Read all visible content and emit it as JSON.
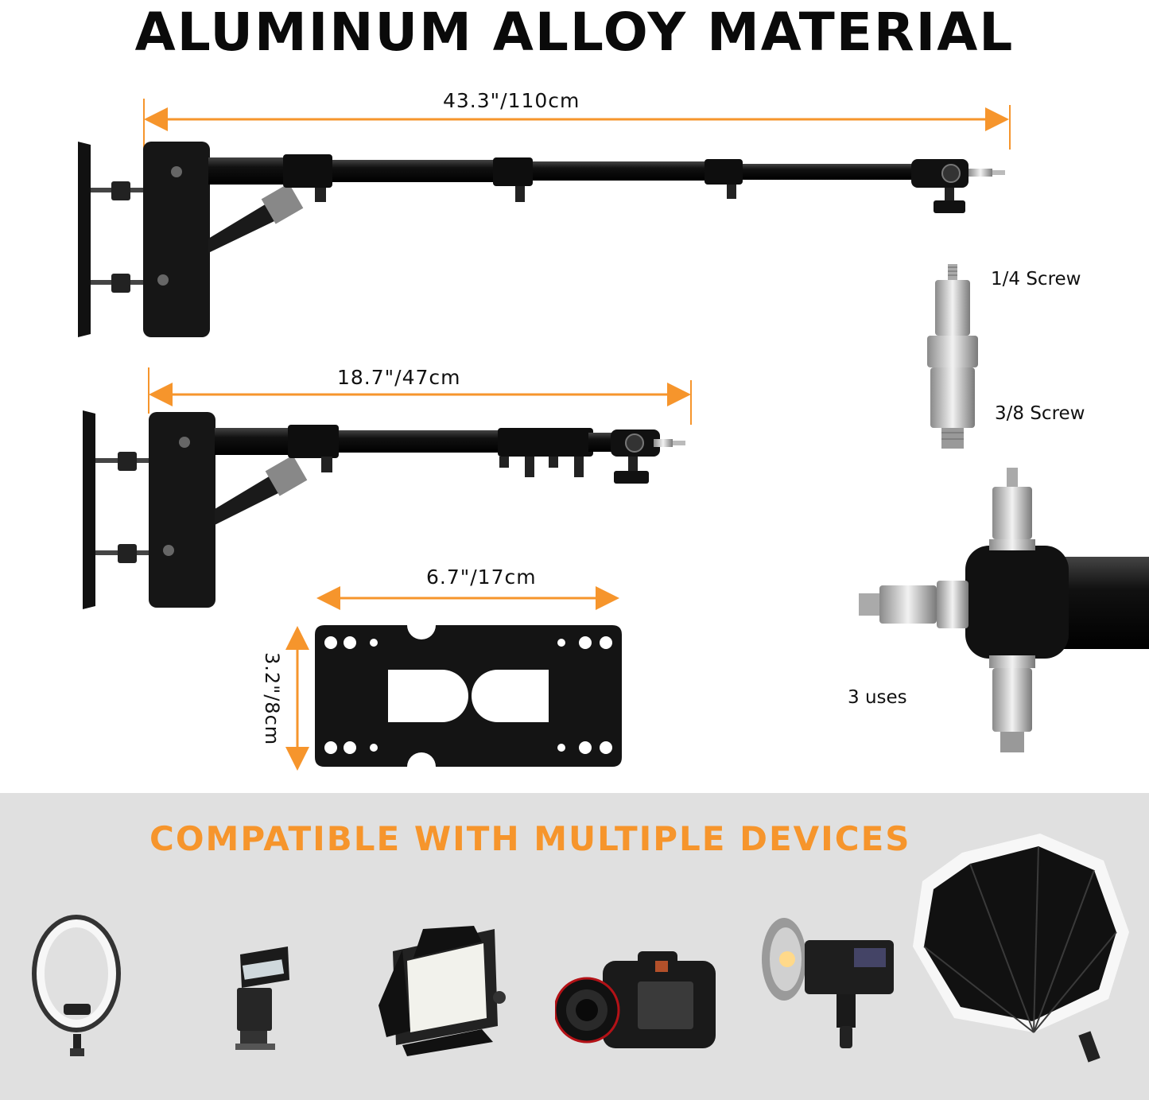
{
  "title": "ALUMINUM ALLOY MATERIAL",
  "dimensions": {
    "extended_length": "43.3\"/110cm",
    "retracted_length": "18.7\"/47cm",
    "plate_width": "6.7\"/17cm",
    "plate_height": "3.2\"/8cm"
  },
  "callouts": {
    "screw_top": "1/4 Screw",
    "screw_bottom": "3/8 Screw",
    "uses": "3 uses"
  },
  "compatible_title": "COMPATIBLE WITH MULTIPLE DEVICES",
  "devices": [
    "ring-light",
    "speedlite-flash",
    "led-panel-light",
    "dslr-camera",
    "studio-strobe-light",
    "octagon-softbox"
  ],
  "colors": {
    "accent": "#f6952c",
    "metal": "#1a1a1a",
    "panel": "#e0e0e0"
  }
}
